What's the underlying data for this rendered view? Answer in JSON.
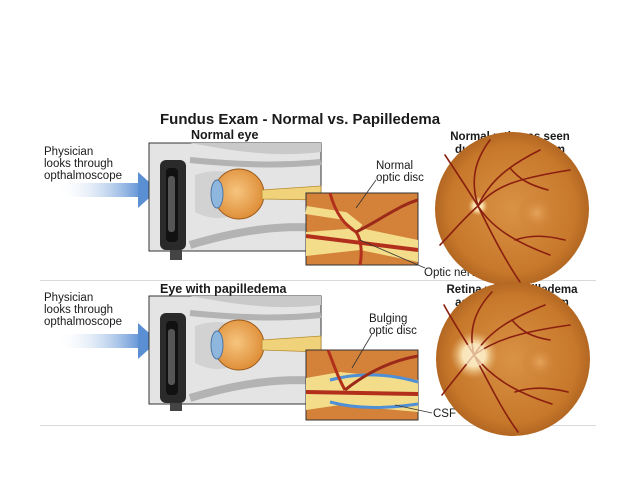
{
  "title": "Fundus Exam - Normal vs. Papilledema",
  "top": {
    "side_text": [
      "Physician",
      "looks through",
      "opthalmoscope"
    ],
    "eye_label": "Normal eye",
    "callout_disc": [
      "Normal",
      "optic disc"
    ],
    "callout_nerve": "Optic nerve",
    "retina_label": [
      "Normal retina as seen",
      "during fundus exam"
    ]
  },
  "bottom": {
    "side_text": [
      "Physician",
      "looks through",
      "opthalmoscope"
    ],
    "eye_label": "Eye with papilledema",
    "callout_disc": [
      "Bulging",
      "optic disc"
    ],
    "callout_csf": "CSF",
    "retina_label": [
      "Retina with papilledema",
      "as seen during exam"
    ]
  },
  "colors": {
    "arrow": "#6a9bd8",
    "retina": "#c7782b",
    "vessel": "#8a1f10",
    "eye": "#e8a14e",
    "nerve": "#f0d27a",
    "csf": "#4f8fd6"
  }
}
